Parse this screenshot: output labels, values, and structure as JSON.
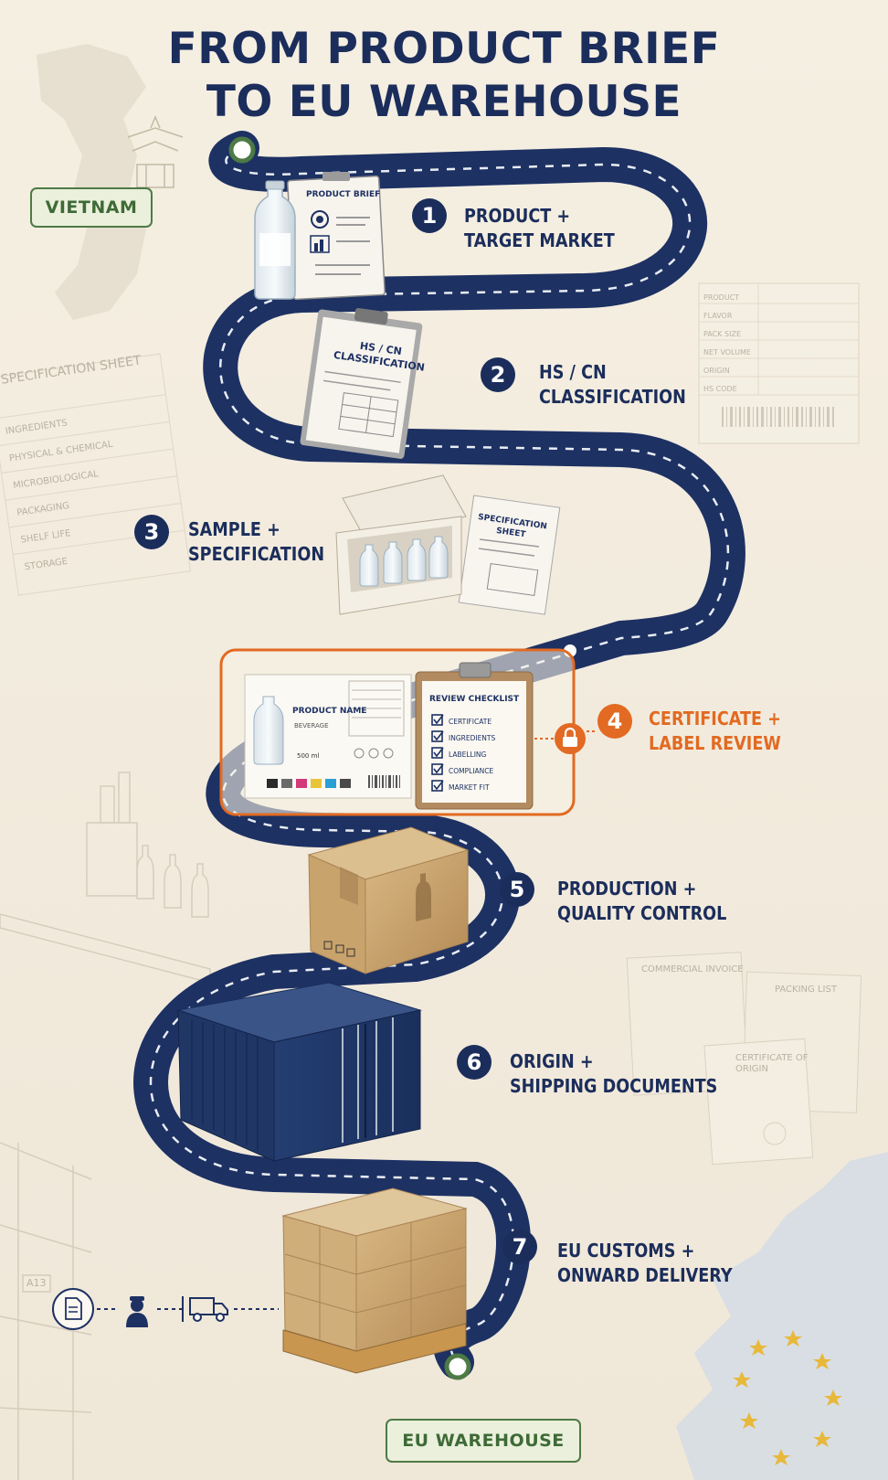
{
  "title": {
    "line1": "FROM PRODUCT BRIEF",
    "line2": "TO EU WAREHOUSE"
  },
  "start_label": "VIETNAM",
  "end_label": "EU WAREHOUSE",
  "steps": [
    {
      "number": "1",
      "line1": "PRODUCT +",
      "line2": "TARGET MARKET"
    },
    {
      "number": "2",
      "line1": "HS / CN",
      "line2": "CLASSIFICATION"
    },
    {
      "number": "3",
      "line1": "SAMPLE +",
      "line2": "SPECIFICATION"
    },
    {
      "number": "4",
      "line1": "CERTIFICATE +",
      "line2": "LABEL REVIEW"
    },
    {
      "number": "5",
      "line1": "PRODUCTION +",
      "line2": "QUALITY CONTROL"
    },
    {
      "number": "6",
      "line1": "ORIGIN +",
      "line2": "SHIPPING DOCUMENTS"
    },
    {
      "number": "7",
      "line1": "EU CUSTOMS +",
      "line2": "ONWARD DELIVERY"
    }
  ],
  "illustrations": {
    "product_brief_title": "PRODUCT BRIEF",
    "hs_clipboard_title_1": "HS / CN",
    "hs_clipboard_title_2": "CLASSIFICATION",
    "spec_sheet_title_1": "SPECIFICATION",
    "spec_sheet_title_2": "SHEET",
    "label_product_name": "PRODUCT NAME",
    "label_beverage": "BEVERAGE",
    "label_volume": "500 ml",
    "review_checklist_title": "REVIEW CHECKLIST",
    "checklist_items": [
      "CERTIFICATE",
      "INGREDIENTS",
      "LABELLING",
      "COMPLIANCE",
      "MARKET FIT"
    ]
  },
  "background_docs": {
    "spec_sheet": {
      "title": "SPECIFICATION SHEET",
      "rows": [
        "INGREDIENTS",
        "PHYSICAL & CHEMICAL",
        "MICROBIOLOGICAL",
        "PACKAGING",
        "SHELF LIFE",
        "STORAGE"
      ]
    },
    "product_card": {
      "rows": [
        "PRODUCT",
        "FLAVOR",
        "PACK SIZE",
        "NET VOLUME",
        "ORIGIN",
        "HS CODE"
      ]
    },
    "commercial_invoice": "COMMERCIAL INVOICE",
    "packing_list": "PACKING LIST",
    "certificate_of_origin_1": "CERTIFICATE OF",
    "certificate_of_origin_2": "ORIGIN",
    "rack_label": "A13"
  },
  "colors": {
    "navy": "#1b2d5b",
    "orange": "#e26a22",
    "green": "#4d7a45",
    "cream": "#f3ecdd"
  },
  "icons": [
    "document-icon",
    "customs-officer-icon",
    "delivery-truck-icon",
    "padlock-icon",
    "pagoda-icon"
  ]
}
